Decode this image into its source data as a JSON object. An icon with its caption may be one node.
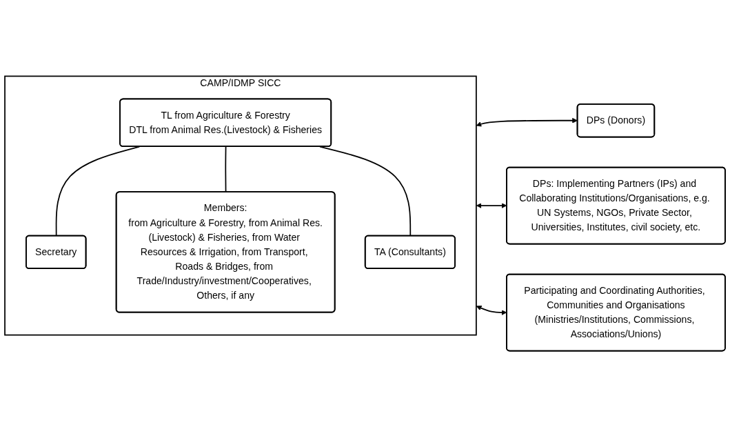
{
  "diagram": {
    "nodes": [
      {
        "text": [
          "CAMP/IDMP SICC"
        ]
      },
      {
        "text": [
          "TL from Agriculture & Forestry",
          "DTL from Animal Res.(Livestock) & Fisheries"
        ],
        "in": 0
      },
      {
        "text": [
          "Secretary"
        ],
        "in": 0
      },
      {
        "text": [
          "Members:",
          "from Agriculture & Forestry, from Animal Res.(Livestock) & Fisheries, from Water Resources & Irrigation, from Transport, Roads & Bridges, from Trade/Industry/investment/Cooperatives, Others, if any"
        ],
        "in": 0
      },
      {
        "text": [
          "TA (Consultants)"
        ],
        "in": 0
      },
      {
        "text": [
          "DPs (Donors)"
        ]
      },
      {
        "text": [
          "DPs: Implementing Partners (IPs) and Collaborating Institutions/Organisations, e.g. UN Systems, NGOs, Private Sector, Universities, Institutes, civil society, etc."
        ]
      },
      {
        "text": [
          "Participating and Coordinating Authorities, Communities and Organisations",
          "(Ministries/Institutions, Commissions, Associations/Unions)"
        ]
      }
    ],
    "edges": [
      {
        "from": 1,
        "to": 2,
        "arrow": "none"
      },
      {
        "from": 1,
        "to": 3,
        "arrow": "none"
      },
      {
        "from": 1,
        "to": 4,
        "arrow": "none"
      },
      {
        "from": 0,
        "to": 5,
        "arrow": "both"
      },
      {
        "from": 0,
        "to": 6,
        "arrow": "both"
      },
      {
        "from": 0,
        "to": 7,
        "arrow": "both"
      }
    ]
  }
}
